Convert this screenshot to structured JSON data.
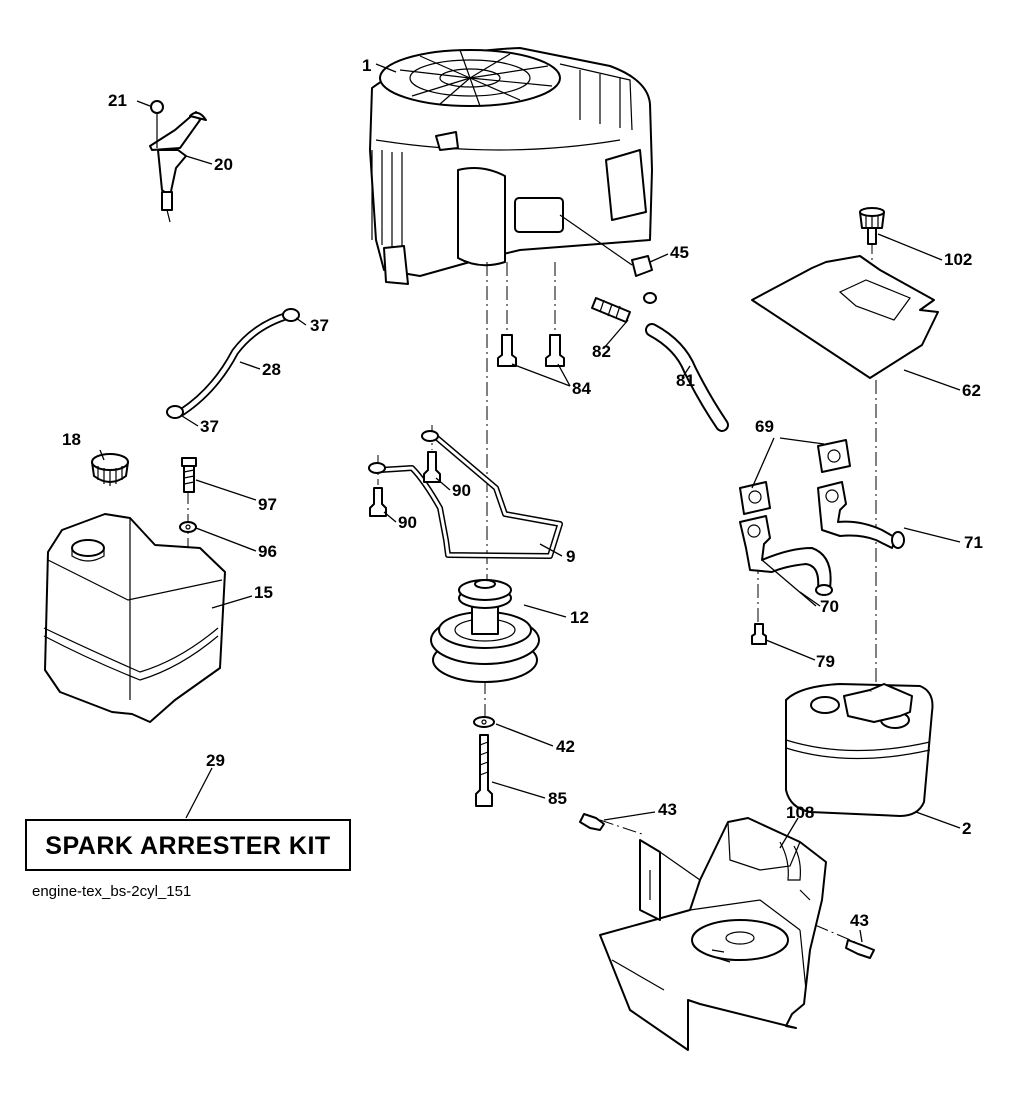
{
  "diagram": {
    "caption": "engine-tex_bs-2cyl_151",
    "kit_label": "SPARK ARRESTER KIT",
    "callouts": {
      "c1": "1",
      "c2": "2",
      "c9": "9",
      "c12": "12",
      "c15": "15",
      "c18": "18",
      "c20": "20",
      "c21": "21",
      "c28": "28",
      "c29": "29",
      "c37a": "37",
      "c37b": "37",
      "c42": "42",
      "c43a": "43",
      "c43b": "43",
      "c45": "45",
      "c62": "62",
      "c69": "69",
      "c70": "70",
      "c71": "71",
      "c79": "79",
      "c81": "81",
      "c82": "82",
      "c84": "84",
      "c85": "85",
      "c90a": "90",
      "c90b": "90",
      "c96": "96",
      "c97": "97",
      "c102": "102",
      "c108": "108"
    }
  }
}
